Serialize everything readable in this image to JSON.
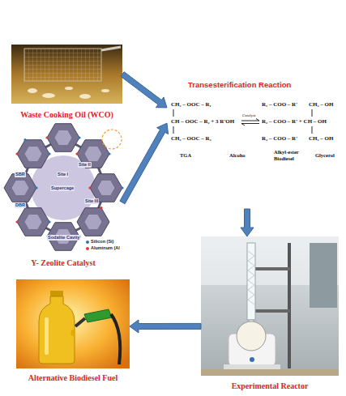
{
  "diagram": {
    "nodes": [
      {
        "text": [
          "Waste Cooking Oil (WCO)"
        ]
      },
      {
        "text": [
          "Transesterification Reaction"
        ]
      },
      {
        "text": [
          "Y- Zeolite Catalyst"
        ]
      },
      {
        "text": [
          "Experimental Reactor"
        ]
      },
      {
        "text": [
          "Alternative Biodiesel Fuel"
        ]
      }
    ],
    "edges": [
      {
        "from": 0,
        "to": 1,
        "arrow": "to"
      },
      {
        "from": 2,
        "to": 1,
        "arrow": "to"
      },
      {
        "from": 1,
        "to": 3,
        "arrow": "to"
      },
      {
        "from": 3,
        "to": 4,
        "arrow": "to"
      }
    ],
    "labels": [
      "CH₂ – OOC – R₁",
      "CH – OOC – R₂ + 3 R'OH",
      "CH₂ – OOC – R₃",
      "Catalyst",
      "R₁ – COO – R'",
      "CH₂ – OH",
      "R₂ – COO – R' + CH – OH",
      "R₃ – COO – R'",
      "CH₂ – OH",
      "TGA",
      "Alcoho",
      "Alkyl-ester Biodiesel",
      "Glycerol",
      "SBR",
      "DBR",
      "Supercage",
      "Site I",
      "Site II",
      "Site III",
      "Sodalite Cavity"
    ],
    "legend": [
      {
        "text": "Silicon (Si)",
        "color": "#2e75b6"
      },
      {
        "text": "Aluminum (Al",
        "color": "#e03c31"
      }
    ]
  }
}
